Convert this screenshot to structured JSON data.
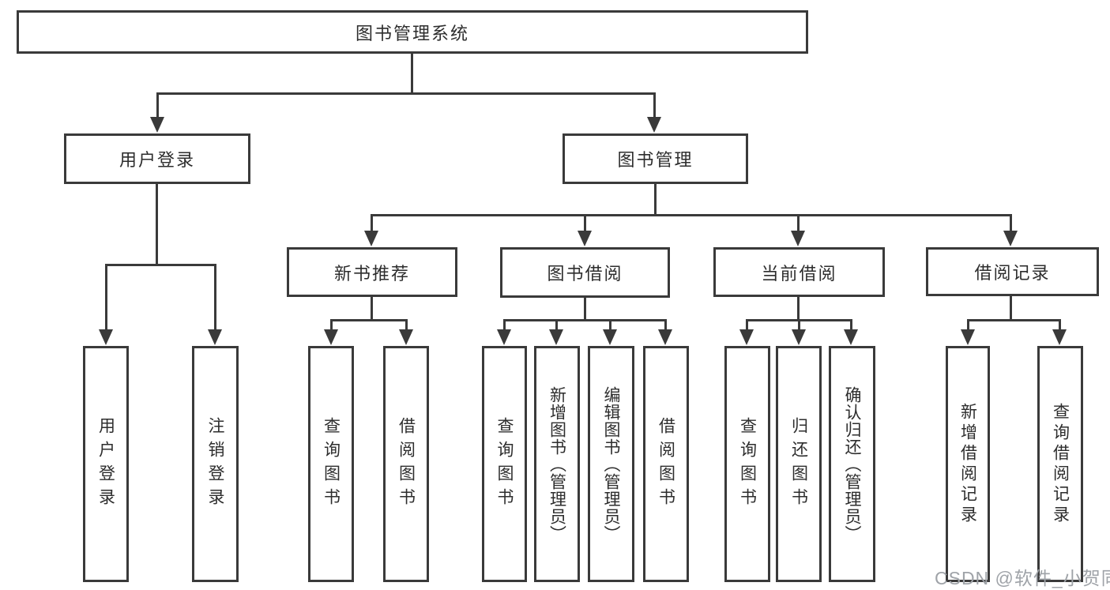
{
  "diagram": {
    "root": {
      "label": "图书管理系统"
    },
    "level2": [
      {
        "label": "用户登录"
      },
      {
        "label": "图书管理"
      }
    ],
    "level3": [
      {
        "label": "新书推荐"
      },
      {
        "label": "图书借阅"
      },
      {
        "label": "当前借阅"
      },
      {
        "label": "借阅记录"
      }
    ],
    "leaves": [
      {
        "label": "用户登录"
      },
      {
        "label": "注销登录"
      },
      {
        "label": "查询图书"
      },
      {
        "label": "借阅图书"
      },
      {
        "label": "查询图书"
      },
      {
        "label": "新增图书（管理员）"
      },
      {
        "label": "编辑图书（管理员）"
      },
      {
        "label": "借阅图书"
      },
      {
        "label": "查询图书"
      },
      {
        "label": "归还图书"
      },
      {
        "label": "确认归还（管理员）"
      },
      {
        "label": "新增借阅记录"
      },
      {
        "label": "查询借阅记录"
      }
    ],
    "watermark": "CSDN @软件_小贺同学",
    "colors": {
      "line": "#3a3a3a",
      "text": "#2d2d2d",
      "watermark": "#9fa3a8",
      "background": "#ffffff"
    }
  }
}
